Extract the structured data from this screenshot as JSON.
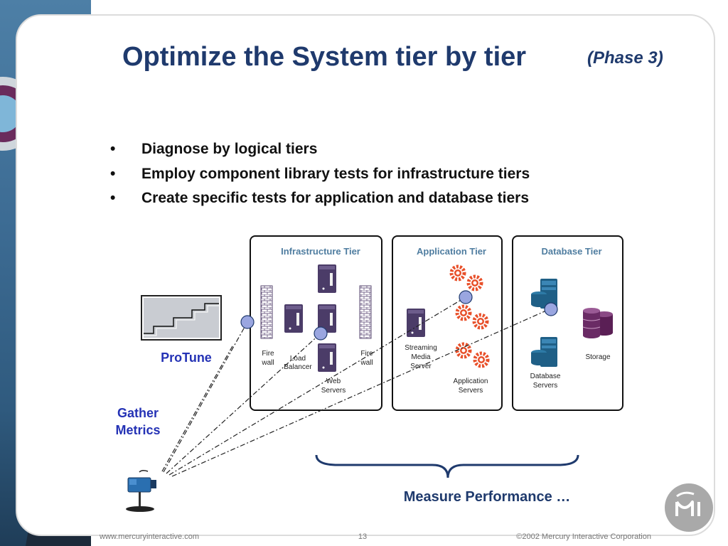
{
  "title": "Optimize the System tier by tier",
  "subtitle": "(Phase 3)",
  "bullets": [
    "Diagnose by logical tiers",
    "Employ component library tests for infrastructure tiers",
    "Create specific tests for application and database tiers"
  ],
  "diagram": {
    "tiers": [
      "Infrastructure Tier",
      "Application Tier",
      "Database Tier"
    ],
    "protune_label": "ProTune",
    "gather_label": [
      "Gather",
      "Metrics"
    ],
    "measure_label": "Measure Performance …",
    "components": {
      "firewall_left": [
        "Fire",
        "wall"
      ],
      "load_balancer": [
        "Load",
        "Balancer"
      ],
      "firewall_right": [
        "Fire",
        "wall"
      ],
      "web_servers": [
        "Web",
        "Servers"
      ],
      "streaming_server": [
        "Streaming",
        "Media",
        "Server"
      ],
      "application_servers": [
        "Application",
        "Servers"
      ],
      "database_servers": [
        "Database",
        "Servers"
      ],
      "storage": "Storage"
    }
  },
  "footer": {
    "url": "www.mercuryinteractive.com",
    "page": "13",
    "copyright": "©2002 Mercury Interactive Corporation"
  },
  "colors": {
    "title": "#1f3a6d",
    "accent_blue": "#2432b5",
    "tier_label": "#4f7da0",
    "server": "#4b3c68",
    "node": "#9aa6e0",
    "gear": "#e8502a"
  },
  "icons": [
    "brick-firewall-icon",
    "server-tower-icon",
    "gear-icon",
    "database-server-icon",
    "storage-cylinder-icon",
    "camera-probe-icon",
    "mercury-logo-icon"
  ]
}
